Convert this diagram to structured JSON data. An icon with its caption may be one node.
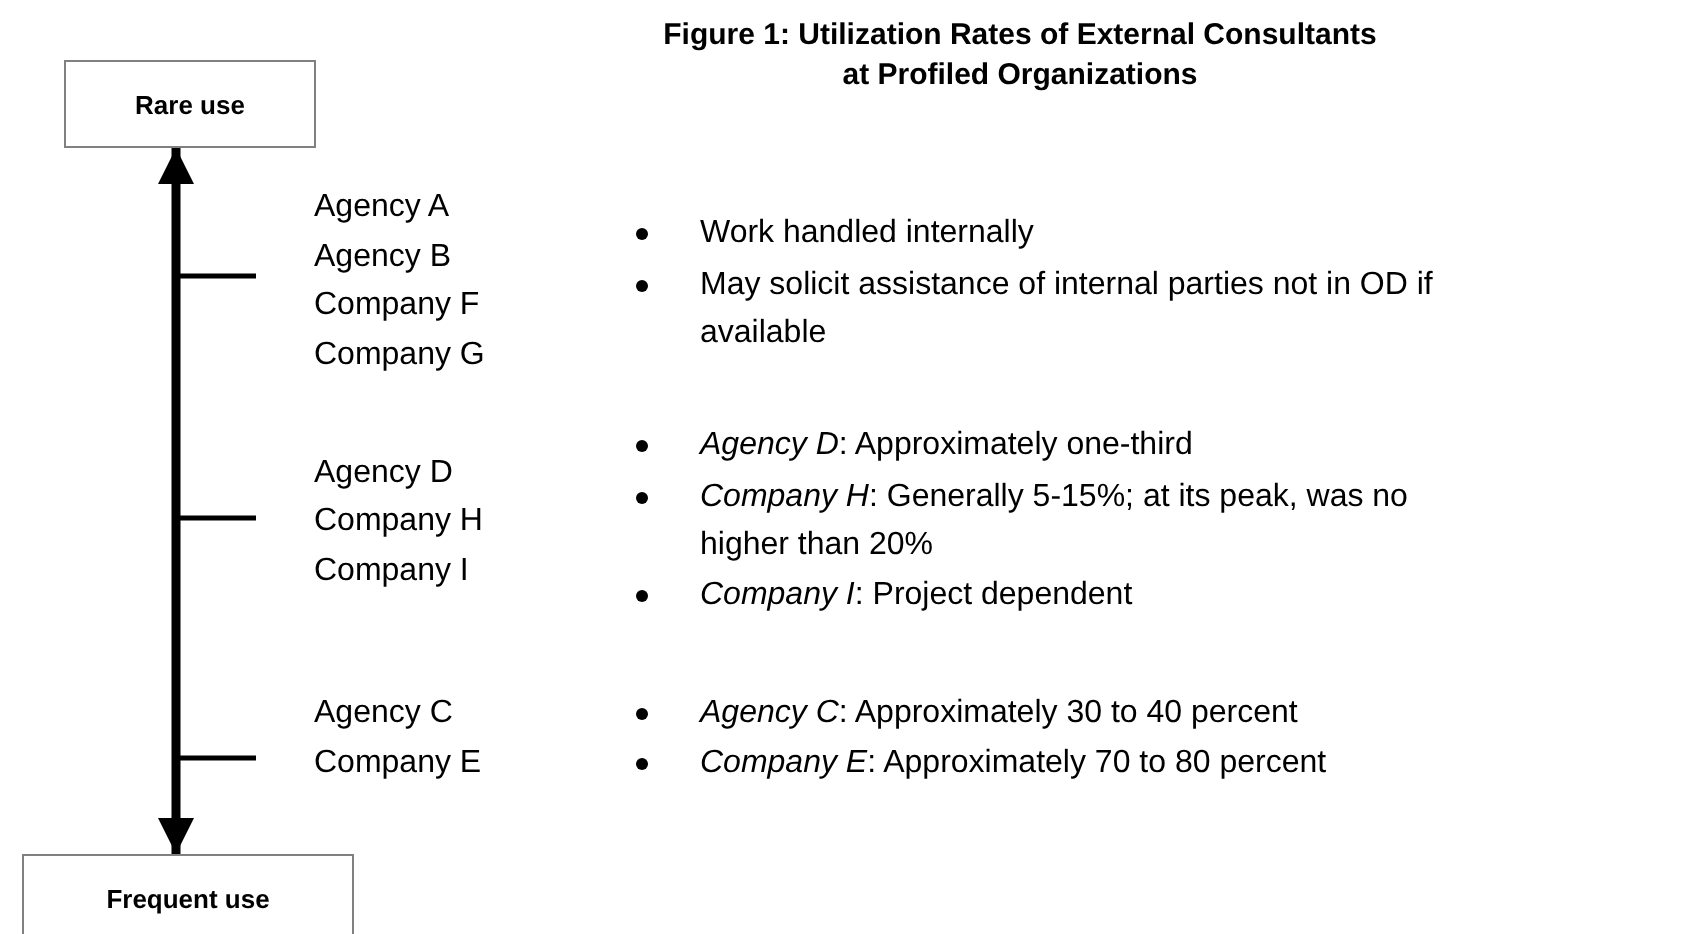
{
  "diagram": {
    "title": "Figure 1:  Utilization Rates of External Consultants at Profiled Organizations",
    "nodes": [
      {
        "text": [
          "Rare use"
        ]
      },
      {
        "text": [
          "Frequent use"
        ]
      }
    ],
    "edges": [
      {
        "from": 1,
        "to": 0,
        "arrow": "both"
      }
    ],
    "labels": [
      "Agency A",
      "Agency B",
      "Company F",
      "Company G",
      "Work handled internally",
      "May solicit assistance of internal parties not in OD if available",
      "Agency D",
      "Company H",
      "Company I",
      "*Agency D*:  Approximately one-third",
      "*Company H*:  Generally 5-15%; at its peak, was no higher than 20%",
      "*Company I*:  Project dependent",
      "Agency C",
      "Company E",
      "*Agency C*:  Approximately 30 to 40 percent",
      "*Company E*:  Approximately 70 to 80 percent"
    ]
  }
}
